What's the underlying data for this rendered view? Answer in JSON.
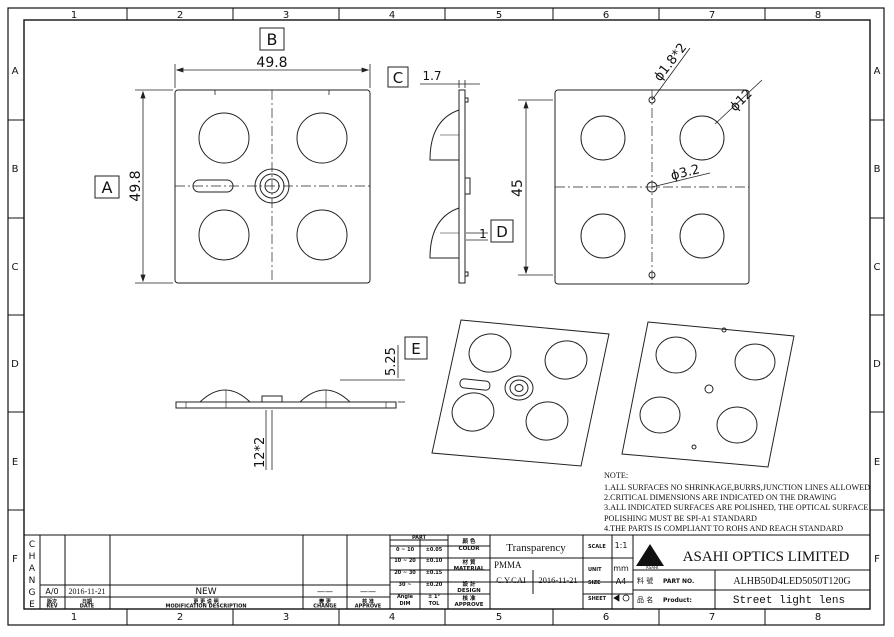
{
  "frame": {
    "cols": [
      "1",
      "2",
      "3",
      "4",
      "5",
      "6",
      "7",
      "8"
    ],
    "rows": [
      "A",
      "B",
      "C",
      "D",
      "E",
      "F"
    ]
  },
  "views": {
    "b": {
      "tag": "B",
      "width": "49.8"
    },
    "a": {
      "tag": "A",
      "height": "49.8"
    },
    "c": {
      "tag": "C",
      "thickness": "1.7"
    },
    "d": {
      "tag": "D",
      "value": "1"
    },
    "right": {
      "hole_small": "ϕ1.8*2",
      "hole_large": "ϕ12",
      "center_hole": "ϕ3.2",
      "pitch": "45"
    },
    "e": {
      "tag": "E",
      "height": "5.25",
      "base": "12*2"
    }
  },
  "notes": [
    "NOTE:",
    "1.ALL SURFACES NO SHRINKAGE,BURRS,JUNCTION LINES ALLOWED",
    "2.CRITICAL DIMENSIONS ARE INDICATED ON THE DRAWING",
    "3.ALL INDICATED SURFACES ARE POLISHED, THE OPTICAL SURFACE",
    "POLISHING MUST BE SPI-A1 STANDARD",
    "4.THE PARTS IS COMPLIANT TO ROHS AND REACH STANDARD"
  ],
  "title_block": {
    "change_letters": [
      "C",
      "H",
      "A",
      "N",
      "G",
      "E"
    ],
    "rev": "A/0",
    "date": "2016-11-21",
    "description": "NEW",
    "change_dash": "——",
    "approve_dash": "——",
    "hdr_rev_cn": "版次",
    "hdr_rev": "REV",
    "hdr_date_cn": "日期",
    "hdr_date": "DATE",
    "hdr_desc_cn": "更 更 说 明",
    "hdr_desc": "MODIFICATION DESCRIPTION",
    "hdr_change_cn": "變 更",
    "hdr_change": "CHANGE",
    "hdr_approve_cn": "核 准",
    "hdr_approve": "APPROVE",
    "tol_header": "PART",
    "tol_rows": [
      [
        "0 ~ 10",
        "±0.05"
      ],
      [
        "10 ~ 20",
        "±0.10"
      ],
      [
        "20 ~ 30",
        "±0.15"
      ],
      [
        "30 ~",
        "±0.20"
      ],
      [
        "Angle",
        "± 1°"
      ],
      [
        "DIM",
        "TOL"
      ]
    ],
    "color_cn": "颜 色",
    "color_label": "COLOR",
    "material_cn": "材 質",
    "material_label": "MATERIAL",
    "design_cn": "設 計",
    "design_label": "DESIGN",
    "approve_cn": "核 准",
    "approve_label": "APPROVE",
    "color_value": "Transparency",
    "material_value": "PMMA",
    "designer": "C.Y.CAI",
    "design_date": "2016-11-21",
    "scale_label": "SCALE",
    "scale_value": "1:1",
    "unit_label": "UNIT",
    "unit_value": "mm",
    "size_label": "SIZE",
    "size_value": "A4",
    "sheet_label": "SHEET",
    "company": "ASAHI OPTICS LIMITED",
    "logo_sub": "ASAHI",
    "part_no_cn": "料 號",
    "part_no_label": "PART NO.",
    "part_no": "ALHB50D4LED5050T120G",
    "product_cn": "品 名",
    "product_label": "Product:",
    "product": "Street light lens"
  }
}
